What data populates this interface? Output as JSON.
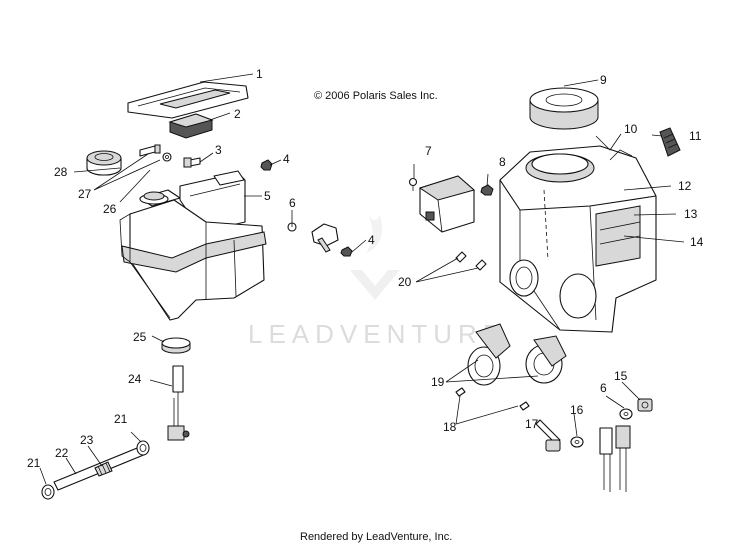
{
  "copyright": "© 2006 Polaris Sales Inc.",
  "footer": "Rendered by LeadVenture, Inc.",
  "watermark": "LEADVENTURE",
  "callouts": {
    "c1": "1",
    "c2": "2",
    "c3": "3",
    "c4a": "4",
    "c4b": "4",
    "c5": "5",
    "c6a": "6",
    "c6b": "6",
    "c7": "7",
    "c8": "8",
    "c9": "9",
    "c10": "10",
    "c11": "11",
    "c12": "12",
    "c13": "13",
    "c14": "14",
    "c15": "15",
    "c16": "16",
    "c17": "17",
    "c18": "18",
    "c19": "19",
    "c20": "20",
    "c21a": "21",
    "c21b": "21",
    "c22": "22",
    "c23": "23",
    "c24": "24",
    "c25": "25",
    "c26": "26",
    "c27": "27",
    "c28": "28"
  }
}
